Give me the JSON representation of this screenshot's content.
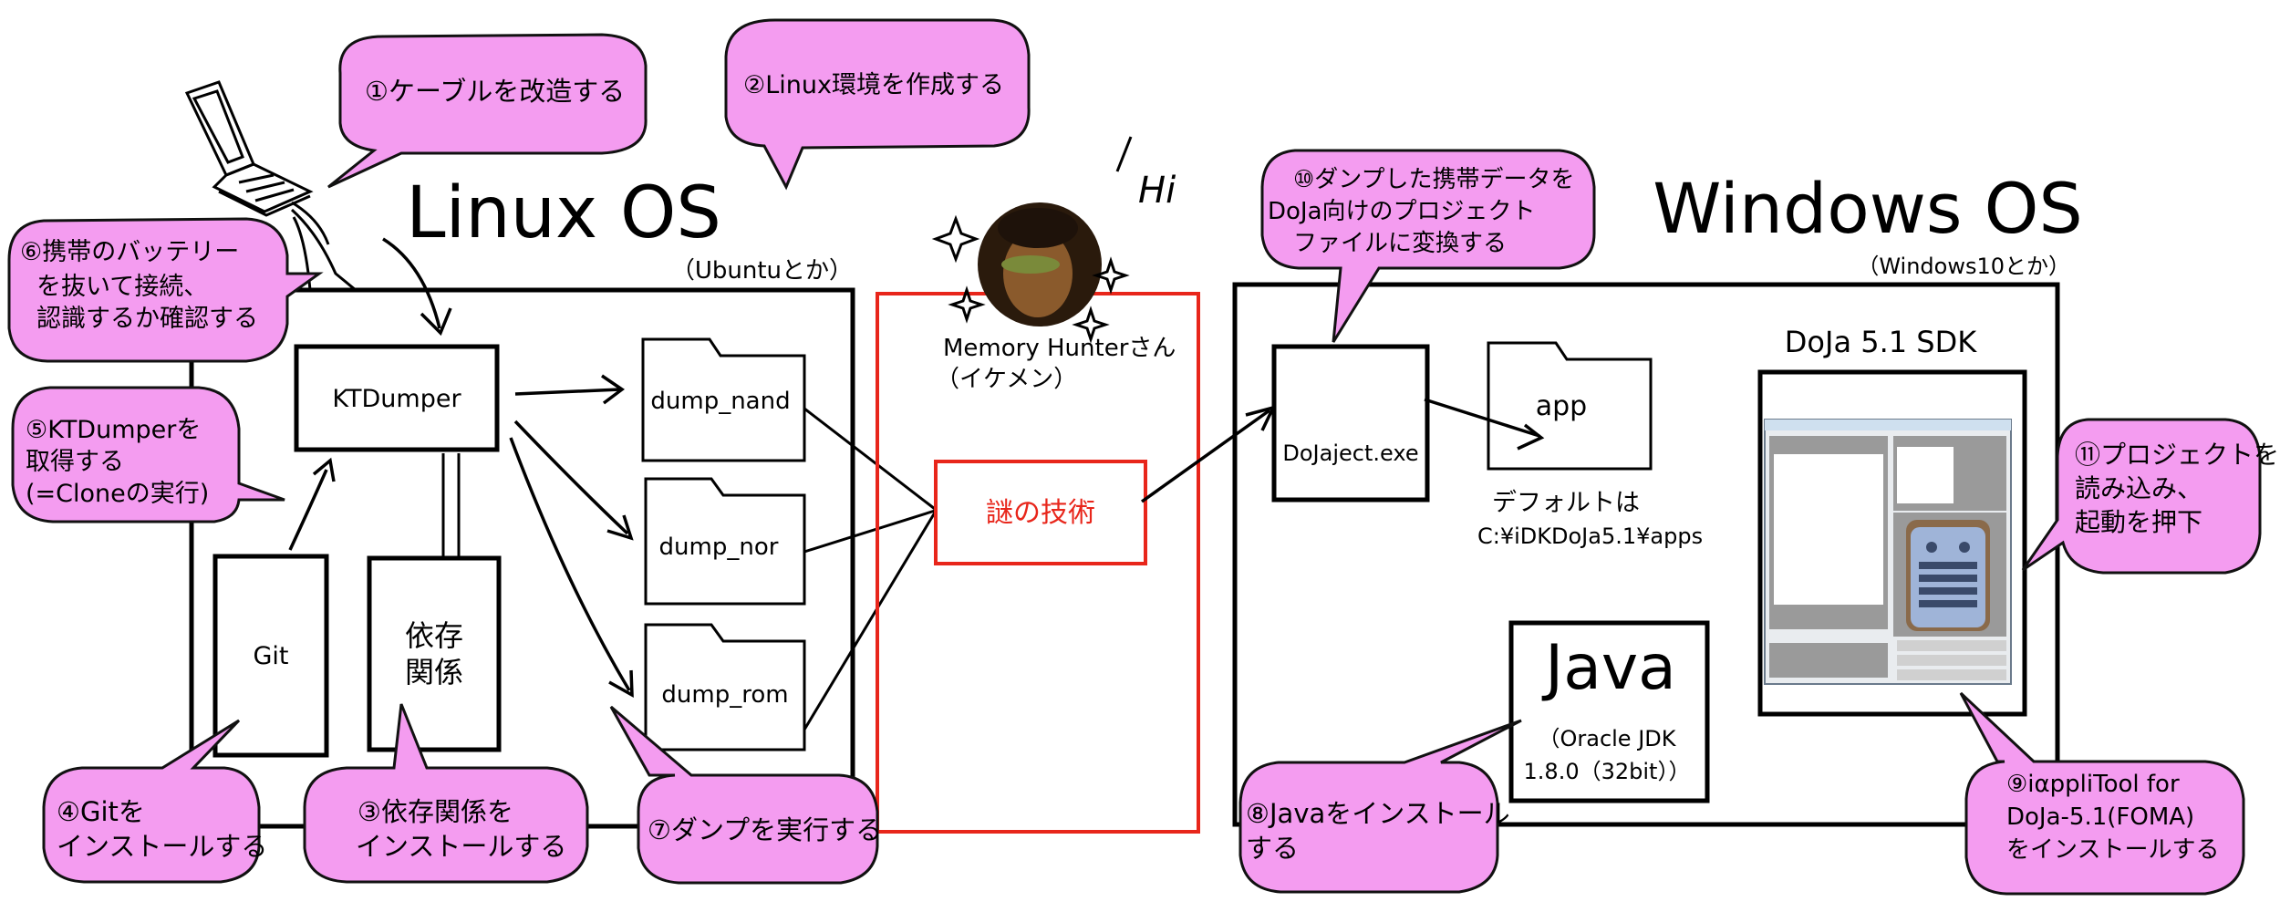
{
  "linux": {
    "title": "Linux OS",
    "subtitle": "（Ubuntuとか）",
    "ktdumper": "KTDumper",
    "git": "Git",
    "deps": [
      "依存",
      "関係"
    ],
    "folders": [
      "dump_nand",
      "dump_nor",
      "dump_rom"
    ]
  },
  "center": {
    "avatar_name": "Memory Hunterさん",
    "avatar_note": "（イケメン）",
    "hi": "Hi",
    "mystery": "謎の技術"
  },
  "windows": {
    "title": "Windows OS",
    "subtitle": "（Windows10とか）",
    "dojaject": "DoJaject.exe",
    "app_folder": "app",
    "default_label": "デフォルトは",
    "default_path": "C:¥iDKDoJa5.1¥apps",
    "sdk_title": "DoJa 5.1 SDK",
    "java_title": "Java",
    "java_sub1": "（Oracle JDK",
    "java_sub2": "1.8.0（32bit））"
  },
  "bubbles": {
    "b1": [
      "①ケーブルを改造する"
    ],
    "b2": [
      "②Linux環境を作成する"
    ],
    "b3": [
      "③依存関係を",
      "インストールする"
    ],
    "b4": [
      "④Gitを",
      "インストールする"
    ],
    "b5": [
      "⑤KTDumperを",
      "取得する",
      "(=Cloneの実行)"
    ],
    "b6": [
      "⑥携帯のバッテリー",
      "を抜いて接続、",
      "認識するか確認する"
    ],
    "b7": [
      "⑦ダンプを実行する"
    ],
    "b8": [
      "⑧Javaをインストール",
      "する"
    ],
    "b9": [
      "⑨iαppliTool for",
      "DoJa-5.1(FOMA)",
      "をインストールする"
    ],
    "b10": [
      "⑩ダンプした携帯データを",
      "DoJa向けのプロジェクト",
      "ファイルに変換する"
    ],
    "b11": [
      "⑪プロジェクトを",
      "読み込み、",
      "起動を押下"
    ]
  },
  "colors": {
    "bubble_fill": "#f49cf0",
    "highlight_red": "#e8261b",
    "line": "#000000"
  },
  "icons": [
    "flip-phone-icon",
    "avatar-photo",
    "sparkle-icon",
    "phone-emulator-screenshot"
  ]
}
